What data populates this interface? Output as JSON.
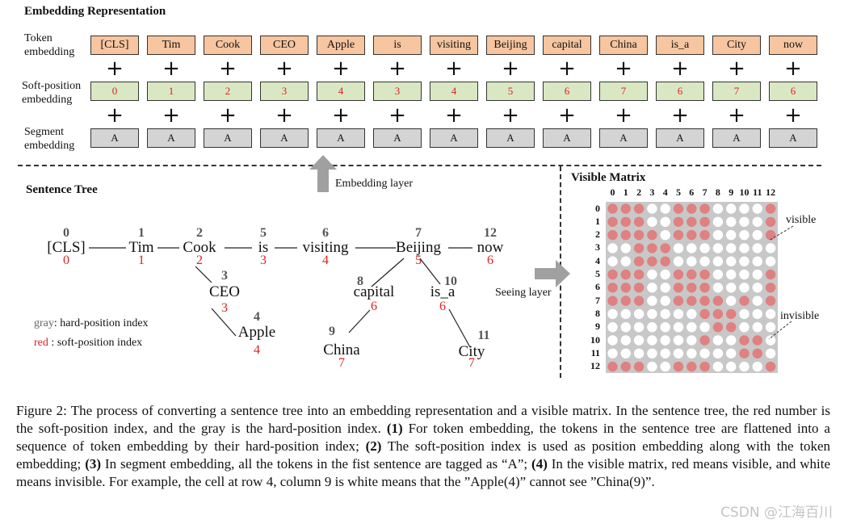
{
  "embedding": {
    "title": "Embedding Representation",
    "token_label": [
      "Token",
      "embedding"
    ],
    "soft_label": [
      "Soft-position",
      "embedding"
    ],
    "segment_label": [
      "Segment",
      "embedding"
    ],
    "tokens": [
      "[CLS]",
      "Tim",
      "Cook",
      "CEO",
      "Apple",
      "is",
      "visiting",
      "Beijing",
      "capital",
      "China",
      "is_a",
      "City",
      "now"
    ],
    "soft_positions": [
      "0",
      "1",
      "2",
      "3",
      "4",
      "3",
      "4",
      "5",
      "6",
      "7",
      "6",
      "7",
      "6"
    ],
    "segments": [
      "A",
      "A",
      "A",
      "A",
      "A",
      "A",
      "A",
      "A",
      "A",
      "A",
      "A",
      "A",
      "A"
    ],
    "plus": "+"
  },
  "arrows": {
    "embedding_layer": "Embedding layer",
    "seeing_layer": "Seeing layer"
  },
  "sentence_tree": {
    "title": "Sentence Tree",
    "nodes": [
      {
        "word": "[CLS]",
        "hard": "0",
        "soft": "0"
      },
      {
        "word": "Tim",
        "hard": "1",
        "soft": "1"
      },
      {
        "word": "Cook",
        "hard": "2",
        "soft": "2"
      },
      {
        "word": "is",
        "hard": "5",
        "soft": "3"
      },
      {
        "word": "visiting",
        "hard": "6",
        "soft": "4"
      },
      {
        "word": "Beijing",
        "hard": "7",
        "soft": "5"
      },
      {
        "word": "now",
        "hard": "12",
        "soft": "6"
      },
      {
        "word": "CEO",
        "hard": "3",
        "soft": "3"
      },
      {
        "word": "Apple",
        "hard": "4",
        "soft": "4"
      },
      {
        "word": "capital",
        "hard": "8",
        "soft": "6"
      },
      {
        "word": "China",
        "hard": "9",
        "soft": "7"
      },
      {
        "word": "is_a",
        "hard": "10",
        "soft": "6"
      },
      {
        "word": "City",
        "hard": "11",
        "soft": "7"
      }
    ],
    "legend_gray_key": "gray",
    "legend_gray_text": ": hard-position index",
    "legend_red_key": "red",
    "legend_red_text": "  : soft-position index"
  },
  "visible_matrix": {
    "title": "Visible Matrix",
    "col_headers": [
      "0",
      "1",
      "2",
      "3",
      "4",
      "5",
      "6",
      "7",
      "8",
      "9",
      "10",
      "11",
      "12"
    ],
    "row_headers": [
      "0",
      "1",
      "2",
      "3",
      "4",
      "5",
      "6",
      "7",
      "8",
      "9",
      "10",
      "11",
      "12"
    ],
    "visible_label": "visible",
    "invisible_label": "invisible",
    "colors": {
      "visible": "#e08080",
      "invisible": "#ffffff",
      "background": "#c8c8c8"
    },
    "cells": [
      [
        1,
        1,
        1,
        0,
        0,
        1,
        1,
        1,
        0,
        0,
        0,
        0,
        1
      ],
      [
        1,
        1,
        1,
        0,
        0,
        1,
        1,
        1,
        0,
        0,
        0,
        0,
        1
      ],
      [
        1,
        1,
        1,
        1,
        0,
        1,
        1,
        1,
        0,
        0,
        0,
        0,
        1
      ],
      [
        0,
        0,
        1,
        1,
        1,
        0,
        0,
        0,
        0,
        0,
        0,
        0,
        0
      ],
      [
        0,
        0,
        1,
        1,
        1,
        0,
        0,
        0,
        0,
        0,
        0,
        0,
        0
      ],
      [
        1,
        1,
        1,
        0,
        0,
        1,
        1,
        1,
        0,
        0,
        0,
        0,
        1
      ],
      [
        1,
        1,
        1,
        0,
        0,
        1,
        1,
        1,
        0,
        0,
        0,
        0,
        1
      ],
      [
        1,
        1,
        1,
        0,
        0,
        1,
        1,
        1,
        1,
        0,
        1,
        0,
        1
      ],
      [
        0,
        0,
        0,
        0,
        0,
        0,
        0,
        1,
        1,
        1,
        0,
        0,
        0
      ],
      [
        0,
        0,
        0,
        0,
        0,
        0,
        0,
        0,
        1,
        1,
        0,
        0,
        0
      ],
      [
        0,
        0,
        0,
        0,
        0,
        0,
        0,
        1,
        0,
        0,
        1,
        1,
        0
      ],
      [
        0,
        0,
        0,
        0,
        0,
        0,
        0,
        0,
        0,
        0,
        1,
        1,
        0
      ],
      [
        1,
        1,
        1,
        0,
        0,
        1,
        1,
        1,
        0,
        0,
        0,
        0,
        1
      ]
    ]
  },
  "caption": {
    "lead": "Figure 2: The process of converting a sentence tree into an embedding representation and a visible matrix. In the sentence tree, the red number is the soft-position index, and the gray is the hard-position index. ",
    "m1": "(1)",
    "t1": " For token embedding, the tokens in the sentence tree are flattened into a sequence of token embedding by their hard-position index; ",
    "m2": "(2)",
    "t2": " The soft-position index is used as position embedding along with the token embedding; ",
    "m3": "(3)",
    "t3": " In segment embedding, all the tokens in the fist sentence are tagged as “A”; ",
    "m4": "(4)",
    "t4": " In the visible matrix, red means visible, and white means invisible. For example, the cell at row 4, column 9 is white means that the ”Apple(4)” cannot see ”China(9)”."
  },
  "watermark": "CSDN @江海百川"
}
